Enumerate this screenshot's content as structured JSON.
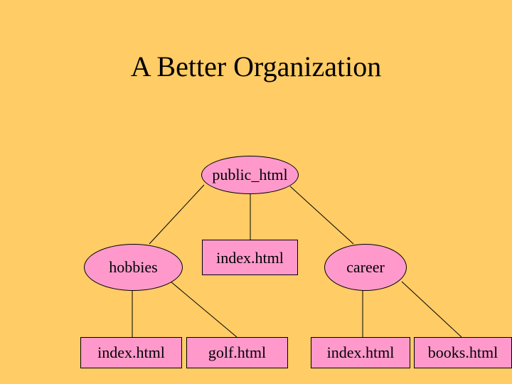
{
  "slide": {
    "title": "A Better Organization"
  },
  "tree": {
    "root": "public_html",
    "hobbies": "hobbies",
    "index_html_top": "index.html",
    "career": "career",
    "hobbies_index": "index.html",
    "golf": "golf.html",
    "career_index": "index.html",
    "books": "books.html"
  },
  "colors": {
    "background": "#FFCC66",
    "node_fill": "#FF99CC",
    "line": "#000000"
  }
}
